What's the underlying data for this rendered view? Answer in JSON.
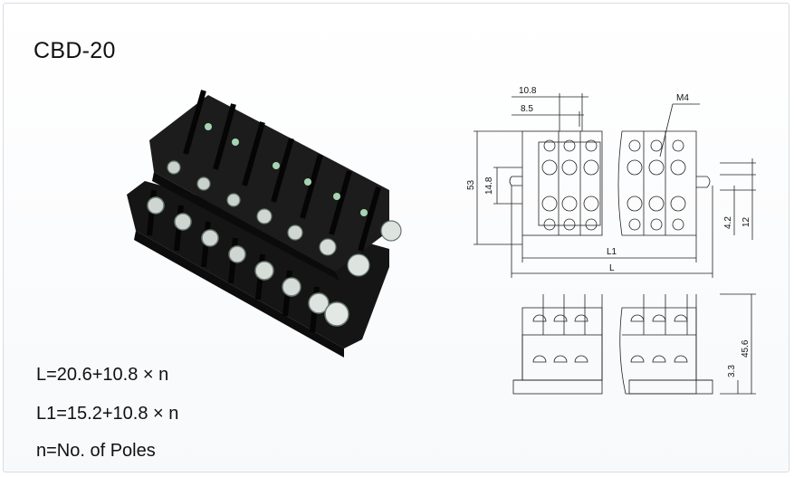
{
  "title": "CBD-20",
  "formulas": {
    "length": "L=20.6+10.8 × n",
    "length1": "L1=15.2+10.8 × n",
    "poles": "n=No. of Poles"
  },
  "dimensions": {
    "pitch": "10.8",
    "inner": "8.5",
    "screw": "M4",
    "height": "53",
    "inner_height": "14.8",
    "l1": "L1",
    "l": "L",
    "small": "4.2",
    "side": "12",
    "total_height": "45.6",
    "base": "3.3"
  },
  "colors": {
    "block": "#1a1a1a",
    "line": "#222222",
    "frame_border": "#d8dde2"
  }
}
